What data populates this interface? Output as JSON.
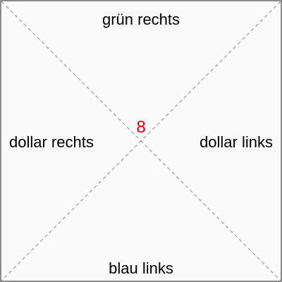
{
  "labels": {
    "top": "grün rechts",
    "bottom": "blau links",
    "left": "dollar rechts",
    "right": "dollar links"
  },
  "center": {
    "value": "8",
    "color": "#e00000"
  },
  "colors": {
    "background": "#fafafa",
    "border": "#8c8c8c",
    "diagonal": "#8a8a8a",
    "text": "#000000"
  }
}
